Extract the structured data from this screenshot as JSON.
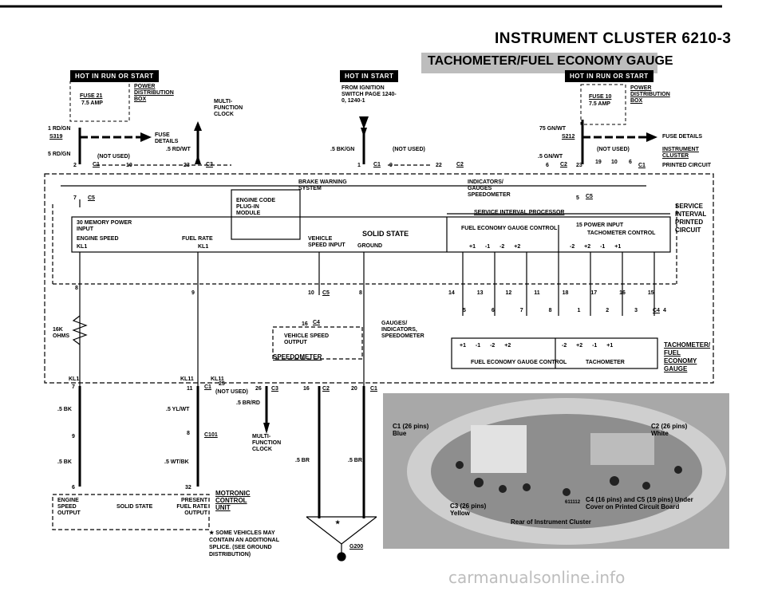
{
  "header": {
    "title": "INSTRUMENT CLUSTER  6210-3",
    "subtitle": "TACHOMETER/FUEL ECONOMY GAUGE"
  },
  "badges": {
    "left": "HOT IN RUN OR START",
    "middle": "HOT IN START",
    "right": "HOT IN RUN OR START"
  },
  "left_fuse": {
    "fuse": "FUSE 21",
    "amp": "7.5 AMP",
    "dist": "POWER DISTRIBUTION BOX",
    "wire1": "1 RD/GN",
    "splice": "S319",
    "fuse_details": "FUSE DETAILS",
    "wire2": "5 RD/GN",
    "not_used": "(NOT USED)",
    "wire3": ".5 RD/WT",
    "pin2": "2",
    "pin10": "10",
    "pin23": "23",
    "c1": "C1",
    "c3": "C3",
    "multi_clock": "MULTI-FUNCTION CLOCK"
  },
  "mid_ign": {
    "from": "FROM IGNITION SWITCH PAGE 1240-0, 1240-1",
    "wire": ".5 BK/GN",
    "not_used": "(NOT USED)",
    "pin1": "1",
    "pin9": "9",
    "pin22": "22",
    "c1": "C1",
    "c2": "C2"
  },
  "right_fuse": {
    "fuse": "FUSE 10",
    "amp": "7.5 AMP",
    "dist": "POWER DISTRIBUTION BOX",
    "wire1": "75 GN/WT",
    "splice": "S212",
    "fuse_details": "FUSE DETAILS",
    "not_used": "(NOT USED)",
    "wire2": ".5 GN/WT",
    "pin6": "6",
    "pin23": "23",
    "pin19": "19",
    "pin10": "10",
    "pin6b": "6",
    "c1": "C1",
    "c2": "C2",
    "instrument_cluster": "INSTRUMENT CLUSTER",
    "printed_circuit": "PRINTED CIRCUIT"
  },
  "cluster": {
    "brake": "BRAKE WARNING SYSTEM",
    "indicators": "INDICATORS/ GAUGES SPEEDOMETER",
    "engine_code": "ENGINE CODE PLUG-IN MODULE",
    "c5": "C5",
    "pin7": "7",
    "pin5": "5",
    "service_interval": "SERVICE INTERVAL PROCESSOR",
    "memory": "30 MEMORY POWER INPUT",
    "engine_speed": "ENGINE SPEED",
    "kl1": "KL1",
    "fuel_rate": "FUEL RATE",
    "kl1b": "KL1",
    "vehicle_speed": "VEHICLE SPEED INPUT",
    "solid_state": "SOLID STATE",
    "ground": "GROUND",
    "fe_control": "FUEL ECONOMY GAUGE CONTROL",
    "power_input": "15 POWER INPUT",
    "tach_control": "TACHOMETER CONTROL",
    "service_lbl": "SERVICE INTERVAL PRINTED CIRCUIT",
    "fe_pins": "+1   -1   -2   +2",
    "tach_pins": "-2   +2   -1   +1"
  },
  "lower": {
    "ohms": "16K OHMS",
    "kl1": "KL1",
    "pin7": "7",
    "pin8": "8",
    "pin9": "9",
    "pin10": "10",
    "c5": "C5",
    "pin8b": "8",
    "pins_row": [
      "14",
      "13",
      "12",
      "11",
      "18",
      "17",
      "16",
      "15"
    ],
    "pins_row2": [
      "5",
      "6",
      "7",
      "8",
      "1",
      "2",
      "3",
      "4"
    ],
    "c4": "C4",
    "speedometer": "SPEEDOMETER",
    "vehicle_speed_out": "VEHICLE SPEED OUTPUT",
    "pin16": "16",
    "gauges": "GAUGES/ INDICATORS, SPEEDOMETER",
    "fe_control": "FUEL ECONOMY GAUGE CONTROL",
    "tachometer": "TACHOMETER",
    "tach_fe": "TACHOMETER/ FUEL ECONOMY GAUGE",
    "fe_pins": "+1   -1   -2   +2",
    "tach_pins": "-2   +2   -1   +1"
  },
  "bottom": {
    "kl1_pin": "KL1",
    "pin7": "7",
    "kl1_11": "KL11",
    "pin11": "11",
    "c1": "C1",
    "pin25": "25",
    "not_used": "(NOT USED)",
    "pin26": "26",
    "c3": "C3",
    "pin16": "16",
    "c2": "C2",
    "pin20": "20",
    "c1b": "C1",
    "w_bk": ".5 BK",
    "w_ylwt": ".5 YL/WT",
    "w_brrd": ".5 BR/RD",
    "pin9": "9",
    "pin8": "8",
    "c101": "C101",
    "multi_clock": "MULTI-FUNCTION CLOCK",
    "w_bk2": ".5 BK",
    "w_wtbk": ".5 WT/BK",
    "w_br": ".5 BR",
    "w_br2": ".5 BR",
    "pin6": "6",
    "pin32": "32",
    "engine_speed_out": "ENGINE SPEED OUTPUT",
    "solid_state": "SOLID STATE",
    "present_fuel": "PRESENT FUEL RATE OUTPUT",
    "motronic": "MOTRONIC CONTROL UNIT",
    "note": "★ SOME VEHICLES MAY CONTAIN AN ADDITIONAL SPLICE. (SEE GROUND DISTRIBUTION)",
    "ground": "G200",
    "star": "★"
  },
  "photo": {
    "c1": "C1 (26 pins) Blue",
    "c2": "C2 (26 pins) White",
    "c3": "C3 (26 pins) Yellow",
    "c4": "C4 (16 pins) and C5 (19 pins) Under Cover on Printed Circuit Board",
    "rear": "Rear of Instrument Cluster",
    "code": "611112"
  },
  "watermark": "carmanualsonline.info"
}
